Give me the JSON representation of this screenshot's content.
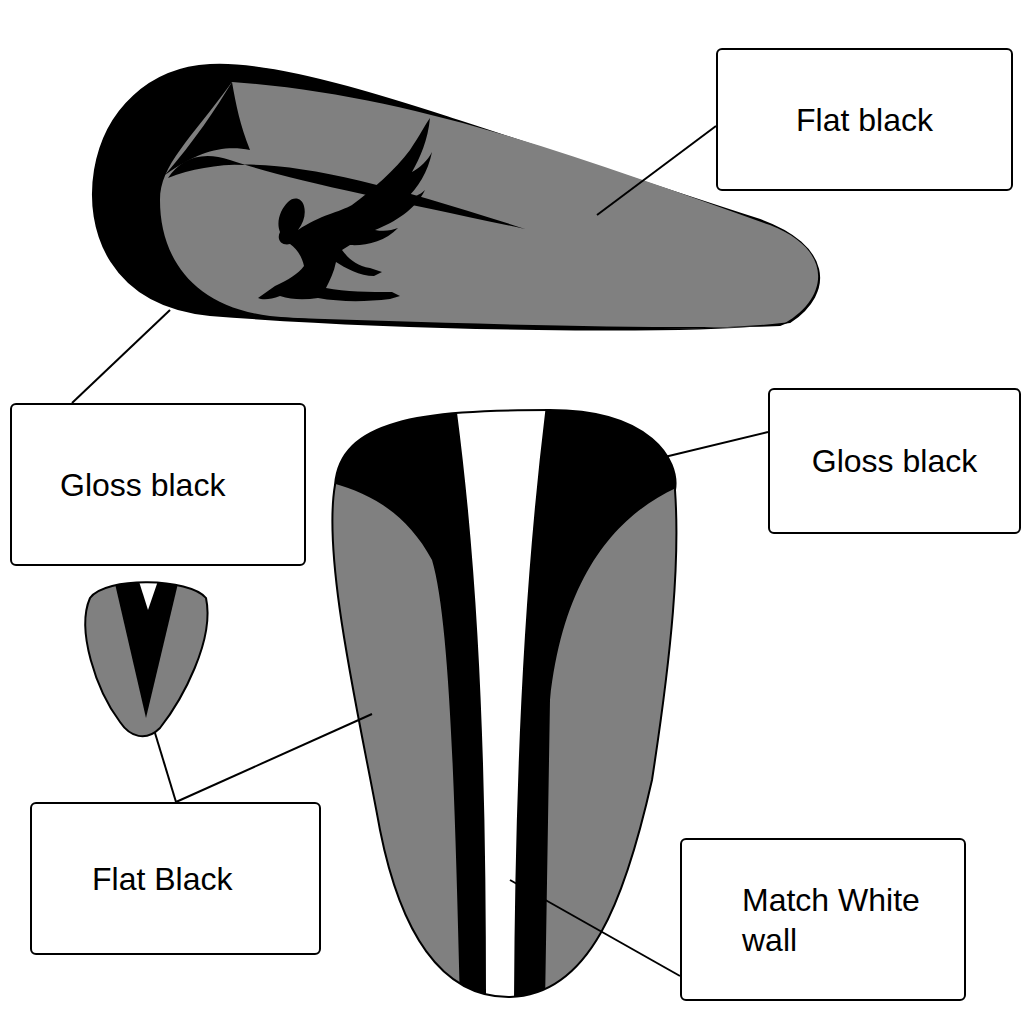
{
  "diagram": {
    "nodes": [
      {
        "text": [
          "Flat black"
        ]
      },
      {
        "text": [
          "Gloss black"
        ]
      },
      {
        "text": [
          "Gloss black"
        ]
      },
      {
        "text": [
          "Flat Black"
        ]
      },
      {
        "text": [
          "Match White wall"
        ]
      }
    ]
  }
}
